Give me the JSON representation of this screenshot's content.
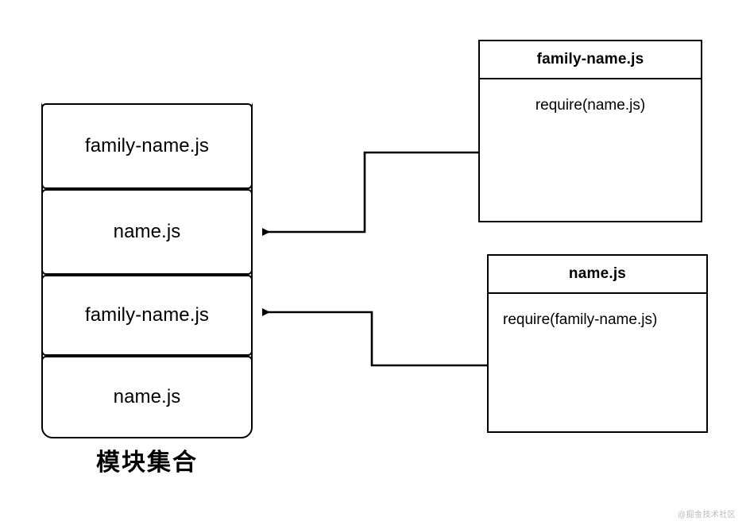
{
  "diagram": {
    "title": "模块集合",
    "watermark": "@掘金技术社区"
  },
  "module_stack": {
    "caption": "模块集合",
    "cells": [
      {
        "label": "",
        "empty": true
      },
      {
        "label": "family-name.js",
        "empty": false
      },
      {
        "label": "name.js",
        "empty": false
      },
      {
        "label": "family-name.js",
        "empty": false
      },
      {
        "label": "name.js",
        "empty": false
      }
    ]
  },
  "cards": [
    {
      "title": "family-name.js",
      "body": "require(name.js)"
    },
    {
      "title": "name.js",
      "body": "require(family-name.js)"
    }
  ],
  "connectors": [
    {
      "from": "family-name.js",
      "to": "name.js",
      "arrow": "left"
    },
    {
      "from": "name.js",
      "to": "family-name.js",
      "arrow": "left"
    }
  ],
  "colors": {
    "stroke": "#000000",
    "background": "#ffffff",
    "watermark": "#b9b9b9"
  }
}
